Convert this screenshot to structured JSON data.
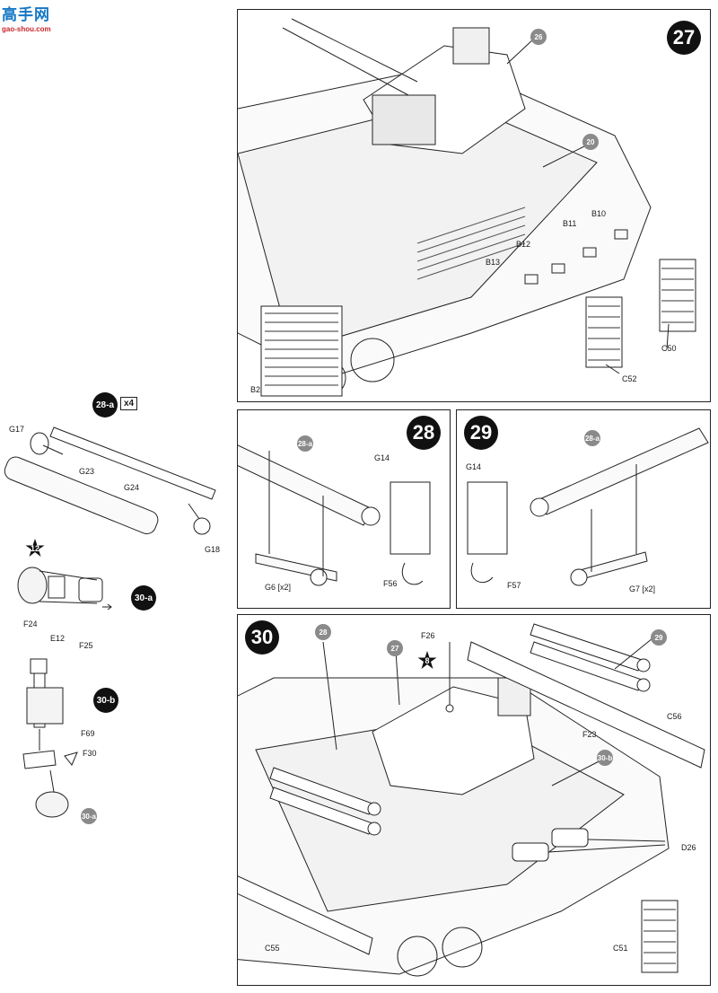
{
  "logo": {
    "name": "高手网",
    "url": "gao-shou.com"
  },
  "step27": {
    "number": "27",
    "ref": "26",
    "ref2": "20",
    "labels": [
      "B10",
      "B11",
      "B12",
      "B13",
      "B2",
      "C50",
      "C52"
    ]
  },
  "sub28a": {
    "badge": "28-a",
    "multiplier": "x4",
    "labels": [
      "G17",
      "G23",
      "G24",
      "G18"
    ]
  },
  "step28": {
    "number": "28",
    "ref": "28-a",
    "labels": [
      "G14",
      "G6 [x2]",
      "F56"
    ]
  },
  "step29": {
    "number": "29",
    "ref": "28-a",
    "labels": [
      "G14",
      "F57",
      "G7 [x2]"
    ]
  },
  "sub30a": {
    "star": "12",
    "badge": "30-a",
    "labels": [
      "F24",
      "E12",
      "F25"
    ]
  },
  "sub30b": {
    "badge": "30-b",
    "labels": [
      "F69",
      "F30"
    ],
    "ref": "30-a"
  },
  "step30": {
    "number": "30",
    "refs": [
      "28",
      "27",
      "29",
      "30-b"
    ],
    "star": "8",
    "labels": [
      "F26",
      "F23",
      "C56",
      "D26",
      "C55",
      "C51"
    ]
  }
}
